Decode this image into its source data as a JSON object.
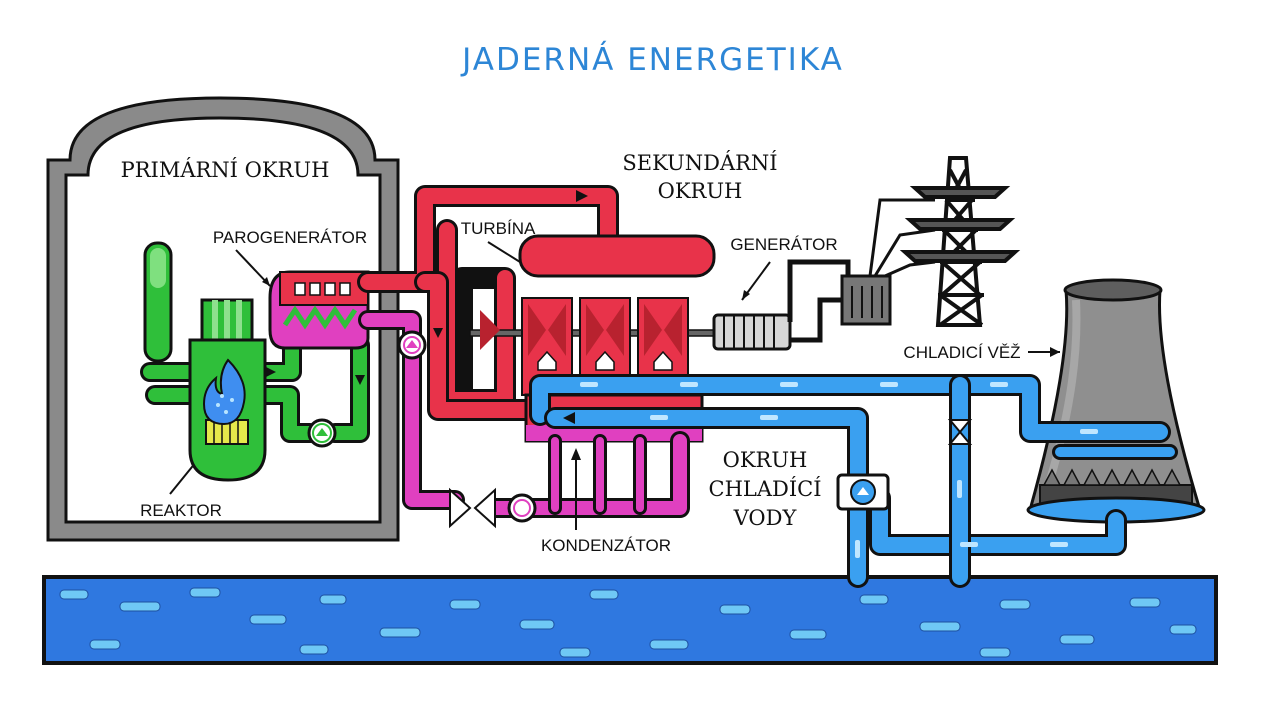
{
  "title": "JADERNÁ ENERGETIKA",
  "labels": {
    "primary_circuit": "PRIMÁRNÍ OKRUH",
    "steam_generator": "PAROGENERÁTOR",
    "reactor": "REAKTOR",
    "secondary_circuit_line1": "SEKUNDÁRNÍ",
    "secondary_circuit_line2": "OKRUH",
    "turbine": "TURBÍNA",
    "generator": "GENERÁTOR",
    "cooling_tower": "CHLADICÍ VĚŽ",
    "cooling_water_line1": "OKRUH",
    "cooling_water_line2": "CHLADÍCÍ",
    "cooling_water_line3": "VODY",
    "condenser": "KONDENZÁTOR"
  },
  "colors": {
    "title": "#2d86d6",
    "primary_pipe": "#2fbf3a",
    "steam_pipe": "#e8334a",
    "condensate_pipe": "#e040c0",
    "cooling_pipe": "#3aa0f0",
    "river": "#2f78e0",
    "building": "#8a8a8a",
    "tower": "#8f8f8f"
  },
  "icons": [
    "reactor-flame-icon",
    "pump-icon",
    "valve-icon",
    "power-pylon-icon",
    "transformer-icon"
  ]
}
